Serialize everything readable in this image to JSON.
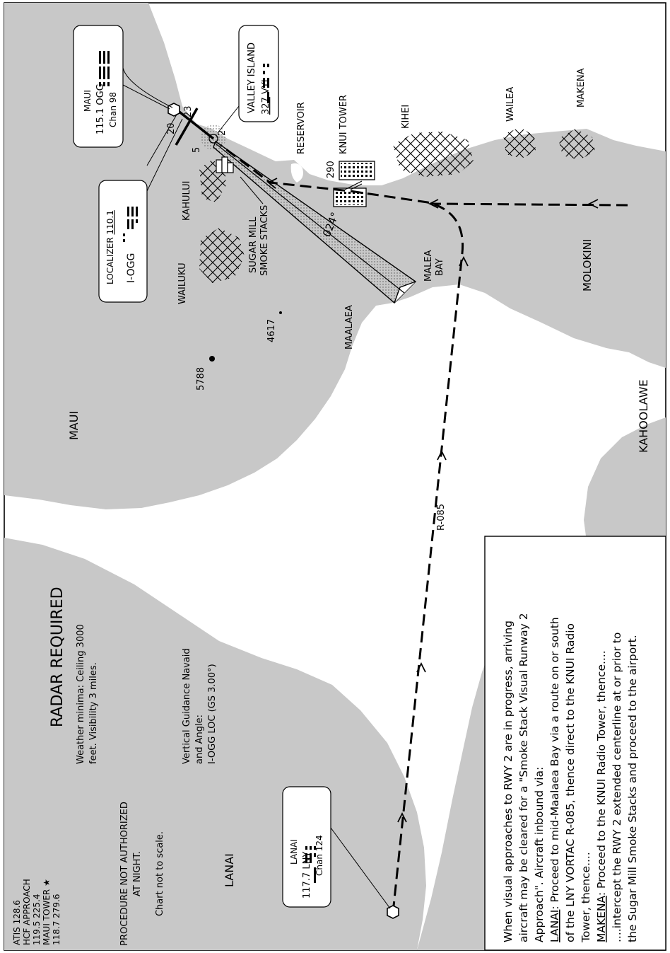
{
  "header": {
    "title": "RADAR REQUIRED",
    "minima": [
      "Weather minima: Ceiling 3000",
      "feet. Visibility 3 miles."
    ],
    "night": [
      "PROCEDURE NOT AUTHORIZED",
      "AT NIGHT."
    ],
    "scale": "Chart not to scale.",
    "guidance": [
      "Vertical Guidance Navaid",
      "and Angle:",
      "I-OGG LOC (GS 3.00°)"
    ]
  },
  "frequencies": {
    "atis": "ATIS 128.6",
    "approach": "HCF APPROACH",
    "approach_freqs": "119.5  225.4",
    "tower": "MAUI TOWER ★",
    "tower_freqs": "118.7  279.6"
  },
  "navaids": {
    "lanai": {
      "name": "LANAI",
      "freq": "117.7 LNY",
      "chan": "Chan 124"
    },
    "maui": {
      "name": "MAUI",
      "freq": "115.1 OGG",
      "chan": "Chan 98"
    },
    "localizer": {
      "label": "LOCALIZER",
      "freq": "110.1",
      "ident": "I-OGG"
    },
    "valley_island": {
      "name": "VALLEY ISLAND",
      "freq": "327",
      "ident": "VYI"
    }
  },
  "places": {
    "maui": "MAUI",
    "lanai": "LANAI",
    "kahoolawe": "KAHOOLAWE",
    "molokini": "MOLOKINI",
    "maalaea": "MAALAEA",
    "malea_bay": [
      "MALEA",
      "BAY"
    ],
    "wailuku": "WAILUKU",
    "kahului": "KAHULUI",
    "kihei": "KIHEI",
    "wailea": "WAILEA",
    "makena": "MAKENA",
    "reservoir": "RESERVOIR",
    "knui_tower": "KNUI TOWER",
    "smoke_stacks": [
      "SUGAR MILL",
      "SMOKE STACKS"
    ]
  },
  "elevations": {
    "peak1": "5788",
    "peak2": "4617",
    "tower": "290"
  },
  "runways": {
    "r2": "2",
    "r5": "5",
    "r20": "20",
    "r23": "23"
  },
  "route": {
    "radial": "R-085",
    "course": "024°"
  },
  "notes": [
    "When visual approaches to RWY 2 are in progress, arriving",
    "aircraft may be cleared for a \"Smoke Stack Visual Runway 2",
    "Approach\". Aircraft inbound via:",
    {
      "k": "LANAI",
      "t": ": Proceed to mid-Maalaea Bay via a route on or south"
    },
    "of the LNY VORTAC R-085, thence direct to the KNUI Radio",
    "Tower, thence....",
    {
      "k": "MAKENA",
      "t": ": Proceed to the KNUI Radio Tower, thence...."
    },
    "....intercept the RWY 2 extended centerline at or prior to",
    "the Sugar Mill Smoke Stacks and proceed to the airport."
  ],
  "colors": {
    "land": "#c8c8c8",
    "water": "#ffffff",
    "ink": "#000000"
  }
}
